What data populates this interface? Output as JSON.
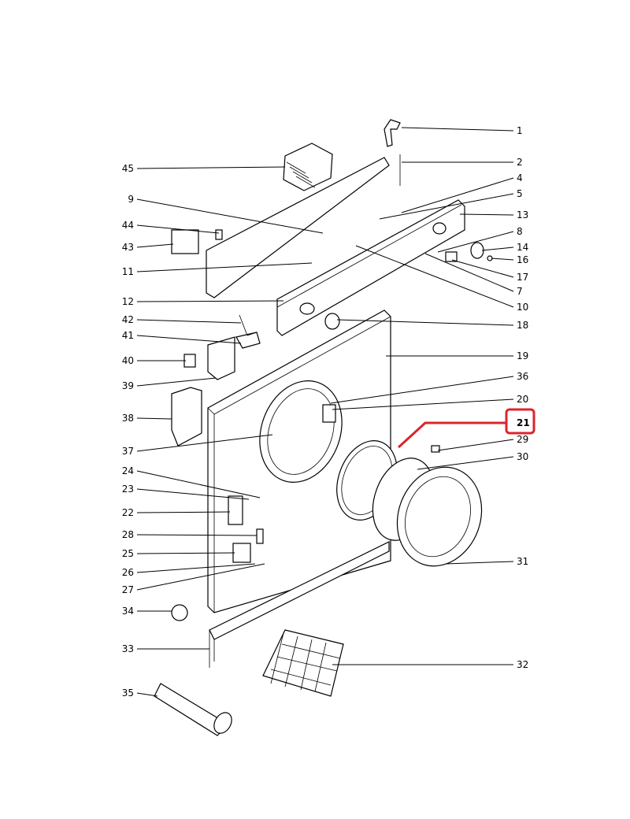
{
  "diagram": {
    "type": "exploded-parts-view",
    "highlight_color": "#d9262c",
    "highlighted_label": "21",
    "labels": [
      "1",
      "2",
      "4",
      "5",
      "13",
      "8",
      "14",
      "16",
      "17",
      "7",
      "10",
      "18",
      "19",
      "36",
      "20",
      "21",
      "29",
      "30",
      "31",
      "32",
      "45",
      "9",
      "44",
      "43",
      "11",
      "12",
      "42",
      "41",
      "40",
      "39",
      "38",
      "37",
      "24",
      "23",
      "22",
      "28",
      "25",
      "26",
      "27",
      "34",
      "33",
      "35"
    ]
  }
}
